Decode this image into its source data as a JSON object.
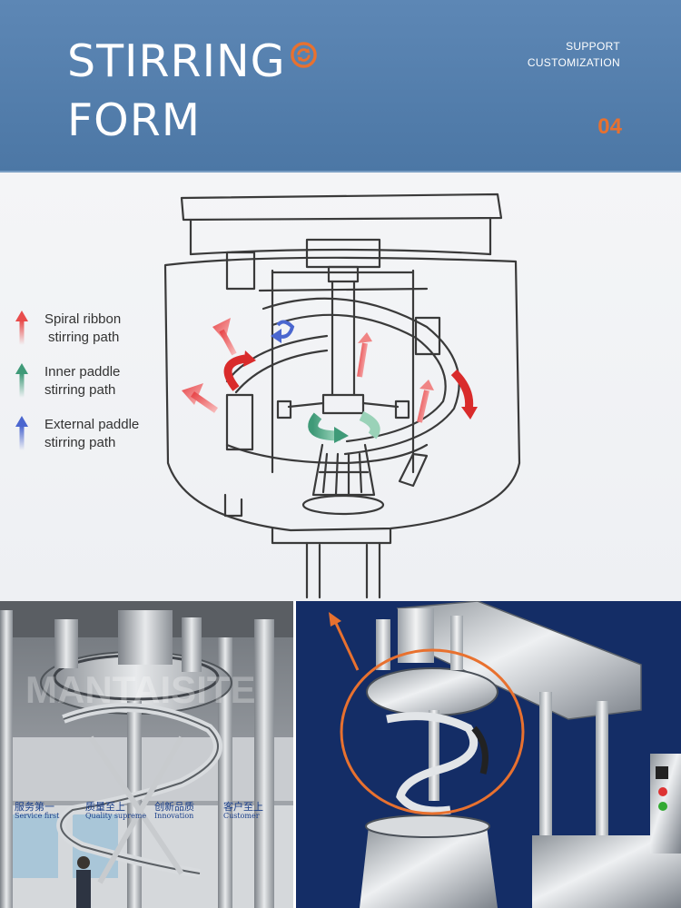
{
  "header": {
    "title_line_1": "STIRRING",
    "title_line_2": "FORM",
    "support_line_1": "SUPPORT",
    "support_line_2": "CUSTOMIZATION",
    "number": "04"
  },
  "legend": [
    {
      "line_1": "Spiral ribbon",
      "line_2": "stirring path",
      "color": "#e84c4c"
    },
    {
      "line_1": "Inner paddle",
      "line_2": "stirring path",
      "color": "#3f9a78"
    },
    {
      "line_1": "External paddle",
      "line_2": "stirring path",
      "color": "#4a66cf"
    }
  ],
  "colors": {
    "header_bg": "#5479a8",
    "accent_orange": "#e8712f",
    "diagram_bg": "#f1f2f5",
    "photo_right_bg": "#142d66"
  },
  "photo_left": {
    "watermark": "MANTAISITE",
    "banner": {
      "cn_1": "服务第一",
      "en_1": "Service first",
      "cn_2": "质量至上",
      "en_2": "Quality supreme",
      "cn_3": "创新品质",
      "en_3": "Innovation",
      "cn_4": "客户至上",
      "en_4": "Customer"
    }
  }
}
